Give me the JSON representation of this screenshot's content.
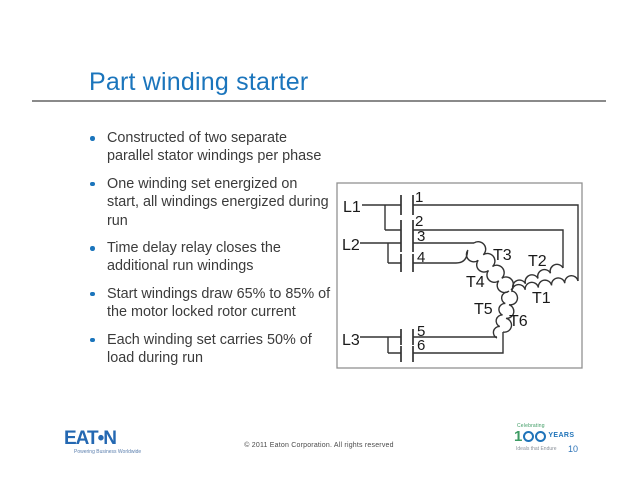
{
  "slide": {
    "title": "Part winding starter",
    "bullets": [
      "Constructed of two separate parallel stator windings per phase",
      "One winding set energized on start, all windings energized during run",
      "Time delay relay closes the additional run windings",
      "Start windings draw 65% to 85% of the motor locked rotor current",
      "Each winding set carries 50% of load during run"
    ]
  },
  "diagram": {
    "lines": [
      "L1",
      "L2",
      "L3"
    ],
    "contacts": [
      "1",
      "2",
      "3",
      "4",
      "5",
      "6"
    ],
    "windings": [
      "T1",
      "T2",
      "T3",
      "T4",
      "T5",
      "T6"
    ]
  },
  "footer": {
    "eaton": {
      "wordmark": "EAT•N",
      "tagline": "Powering Business Worldwide"
    },
    "copyright": "© 2011 Eaton Corporation. All rights reserved",
    "centennial": {
      "celebrating": "Celebrating",
      "one": "1",
      "years": "YEARS",
      "tagline": "Ideals that Endure"
    },
    "page_number": "10"
  },
  "colors": {
    "title_blue": "#1B75BC",
    "body_text": "#3b3b3b",
    "diagram_ink": "#333333",
    "diagram_border": "#999999",
    "eaton_blue": "#2468B2",
    "centennial_green": "#3D9B63",
    "centennial_blue": "#1F73B9"
  }
}
